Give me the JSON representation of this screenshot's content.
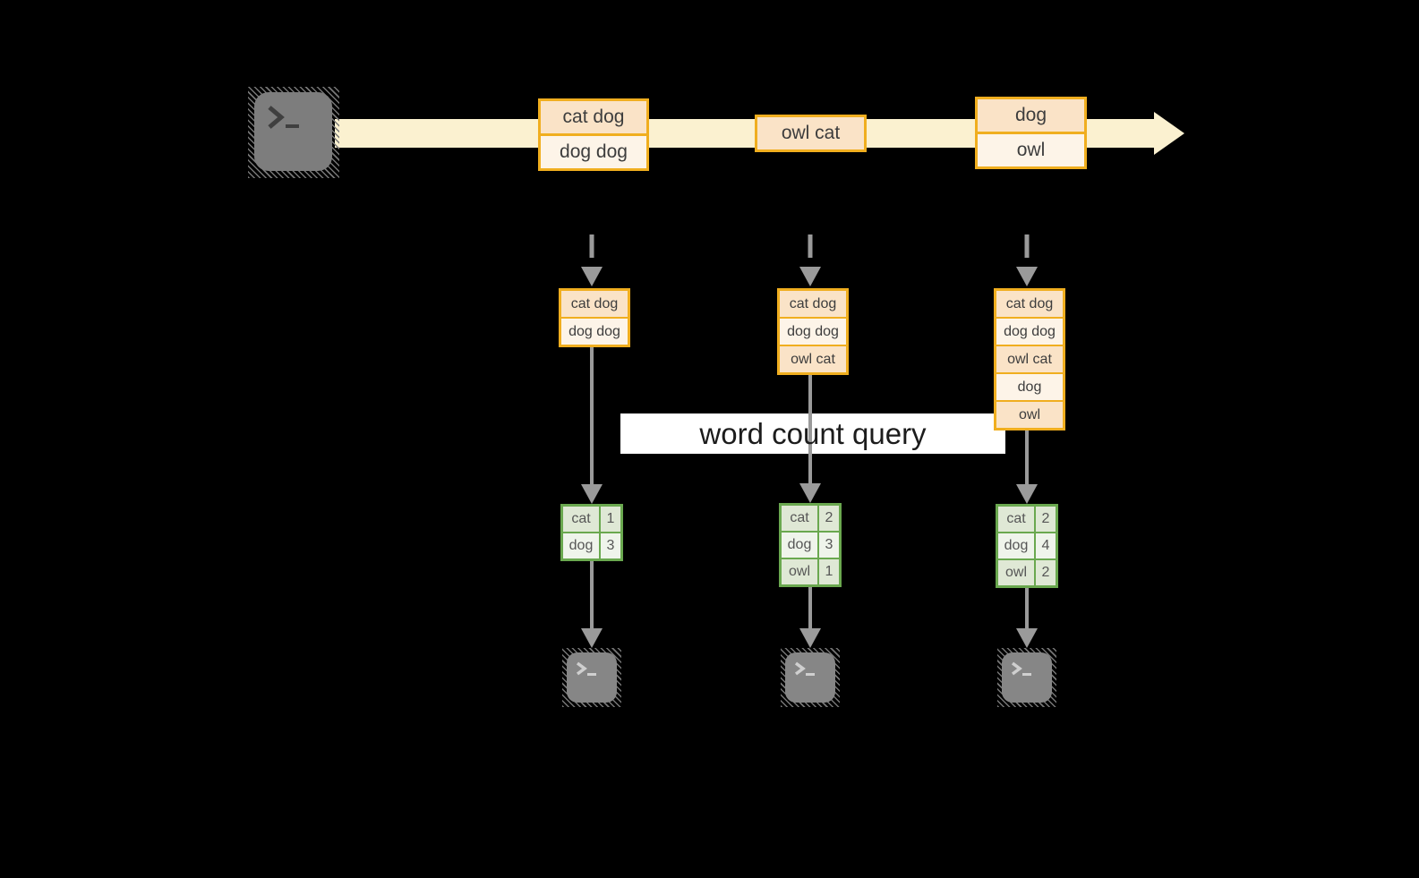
{
  "title_label": {
    "text": "word count query"
  },
  "stream": {
    "source_icon": "terminal-icon",
    "batches": [
      {
        "rows": [
          "cat dog",
          "dog dog"
        ]
      },
      {
        "rows": [
          "owl cat"
        ]
      },
      {
        "rows": [
          "dog",
          "owl"
        ]
      }
    ]
  },
  "micro_batches": [
    {
      "accumulated": [
        "cat dog",
        "dog dog"
      ]
    },
    {
      "accumulated": [
        "cat dog",
        "dog dog",
        "owl cat"
      ]
    },
    {
      "accumulated": [
        "cat dog",
        "dog dog",
        "owl cat",
        "dog",
        "owl"
      ]
    }
  ],
  "word_counts": [
    {
      "rows": [
        [
          "cat",
          "1"
        ],
        [
          "dog",
          "3"
        ]
      ]
    },
    {
      "rows": [
        [
          "cat",
          "2"
        ],
        [
          "dog",
          "3"
        ],
        [
          "owl",
          "1"
        ]
      ]
    },
    {
      "rows": [
        [
          "cat",
          "2"
        ],
        [
          "dog",
          "4"
        ],
        [
          "owl",
          "2"
        ]
      ]
    }
  ],
  "colors": {
    "background": "#000000",
    "stream_band": "#fbf1d0",
    "batch_fill_dark": "#fae3c7",
    "batch_fill_light": "#fdf4e8",
    "batch_border": "#f0ae1f",
    "table_border": "#6aa84f",
    "table_cell_dark": "#dfe8d5",
    "table_cell_light": "#eff4eb",
    "arrow_gray": "#9a9a9a",
    "terminal_gray": "#7d7d7d",
    "label_background": "#ffffff"
  }
}
